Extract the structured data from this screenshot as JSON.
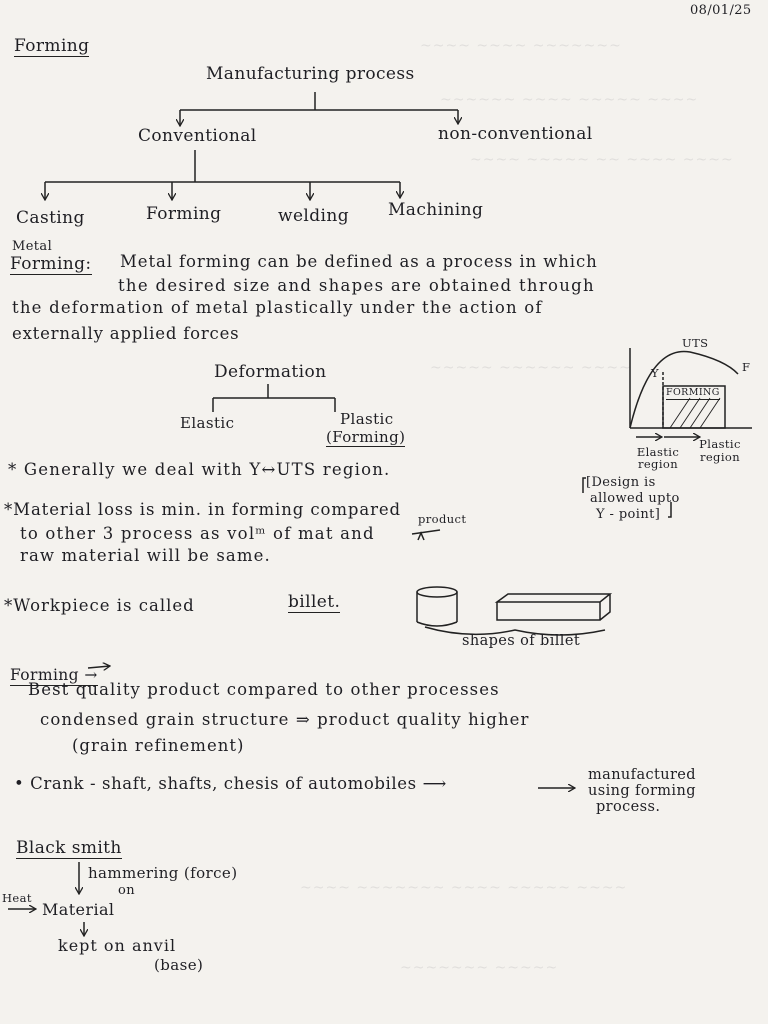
{
  "header": {
    "date": "08/01/25"
  },
  "title": "Forming",
  "tree": {
    "root": "Manufacturing process",
    "left": "Conventional",
    "right": "non-conventional",
    "leaves": [
      "Casting",
      "Forming",
      "welding",
      "Machining"
    ]
  },
  "definition": {
    "term_line1": "Metal",
    "term_line2": "Forming:",
    "line1": "Metal forming can be defined as a process in which",
    "line2": "the desired size and shapes are obtained through",
    "line3": "the deformation of metal plastically under the action of",
    "line4": "externally applied forces"
  },
  "deformation": {
    "title": "Deformation",
    "elastic": "Elastic",
    "plastic": "Plastic",
    "plastic_sub": "(Forming)"
  },
  "stress_strain": {
    "uts": "UTS",
    "y": "Y",
    "f": "F",
    "forming": "FORMING",
    "elastic_region": "Elastic region",
    "plastic_region": "Plastic region",
    "note1": "[Design is",
    "note2": "allowed upto",
    "note3": "Y - point]"
  },
  "bullets": {
    "b1": "* Generally we deal with Y↔UTS region.",
    "b2_l1": "*Material loss is min. in forming compared",
    "b2_l1_insert": "product",
    "b2_l2": "to other 3 process as volᵐ of mat and",
    "b2_l3": "raw material will be same.",
    "b3": "*Workpiece is called",
    "b3_term": "billet.",
    "billet_caption": "shapes of billet"
  },
  "advantages": {
    "head1": "Forming →",
    "head2": "Best quality product compared to other processes",
    "line2": "condensed grain structure ⇒ product quality higher",
    "line3": "(grain refinement)",
    "line4": "• Crank - shaft, shafts, chesis of automobiles ⟶",
    "line4_right1": "manufactured",
    "line4_right2": "using forming",
    "line4_right3": "process."
  },
  "blacksmith": {
    "title": "Black smith",
    "hammer": "hammering (force)",
    "on": "on",
    "heat": "Heat",
    "material": "Material",
    "anvil": "kept on anvil",
    "base": "(base)"
  }
}
